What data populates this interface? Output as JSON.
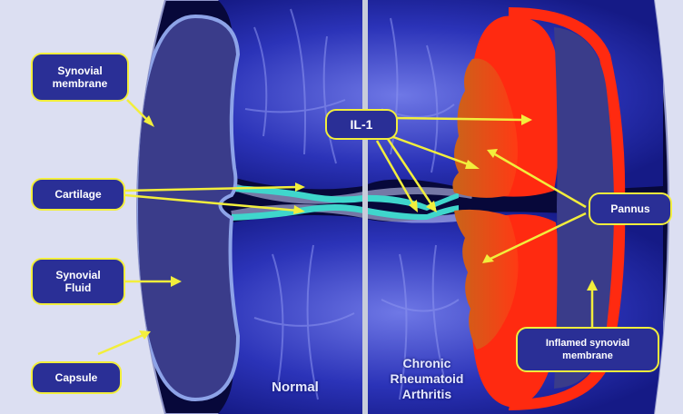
{
  "colors": {
    "background": "#dcdff2",
    "capsule_dark": "#07083a",
    "bone_blue": "#2b33b8",
    "synovial_fill": "#3a3c8a",
    "cartilage": "#3fd6cc",
    "callout_fill": "#2a2f96",
    "callout_border": "#f2ee3c",
    "arrow": "#f2ee3c",
    "inflamed_red": "#ff2a10",
    "pannus_orange": "#e3761a"
  },
  "callouts": {
    "synovial_membrane": "Synovial\nmembrane",
    "cartilage": "Cartilage",
    "synovial_fluid": "Synovial\nFluid",
    "capsule": "Capsule",
    "il1": "IL-1",
    "pannus": "Pannus",
    "inflamed_membrane": "Inflamed synovial\nmembrane"
  },
  "regions": {
    "normal": "Normal",
    "chronic": "Chronic\nRheumatoid\nArthritis"
  }
}
